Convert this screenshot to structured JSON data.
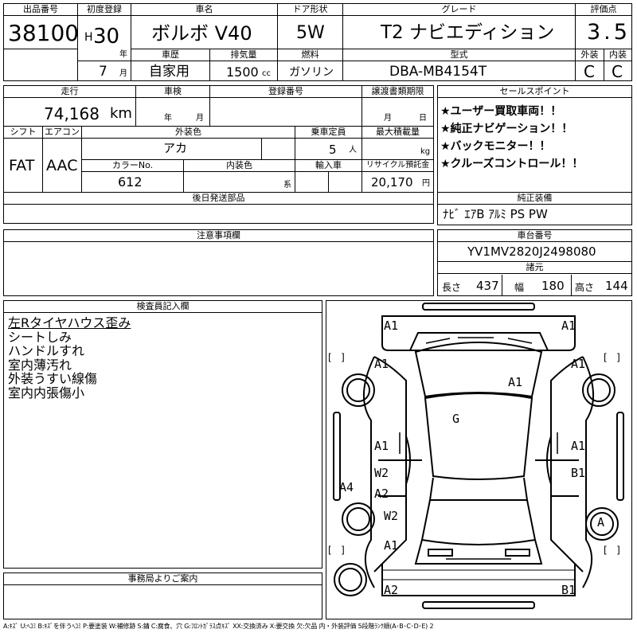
{
  "top": {
    "labels": {
      "lot_no": "出品番号",
      "first_reg": "初度登録",
      "car_name": "車名",
      "door": "ドア形状",
      "grade": "グレード",
      "score": "評価点",
      "history": "車歴",
      "displacement": "排気量",
      "fuel": "燃料",
      "model_code": "型式",
      "exterior": "外装",
      "interior": "内装"
    },
    "lot_no": "38100",
    "era": "H",
    "year": "30",
    "year_unit": "年",
    "month": "7",
    "month_unit": "月",
    "car_name": "ボルボ V40",
    "door": "5W",
    "grade": "T2 ナビエディション",
    "score": "3.5",
    "history": "自家用",
    "displacement": "1500",
    "cc": "cc",
    "fuel": "ガソリン",
    "model_code": "DBA-MB4154T",
    "ext_grade": "C",
    "int_grade": "C"
  },
  "mid": {
    "labels": {
      "mileage": "走行",
      "inspection": "車検",
      "reg_no": "登録番号",
      "transfer": "譲渡書類期限",
      "shift": "シフト",
      "ac": "エアコン",
      "ext_color": "外装色",
      "capacity": "乗車定員",
      "max_load": "最大積載量",
      "color_no": "カラーNo.",
      "int_color": "内装色",
      "import": "輸入車",
      "recycle": "リサイクル預託金",
      "later_parts": "後日発送部品"
    },
    "mileage": "74,168",
    "km": "km",
    "insp_year": "年",
    "insp_month": "月",
    "transfer_month": "月",
    "transfer_day": "日",
    "shift": "FAT",
    "ac": "AAC",
    "ext_color": "アカ",
    "capacity": "5",
    "capacity_unit": "人",
    "max_load_unit": "kg",
    "color_no": "612",
    "int_color_unit": "系",
    "recycle": "20,170",
    "recycle_unit": "円"
  },
  "sales": {
    "title": "セールスポイント",
    "points": [
      "★ユーザー買取車両！！",
      "★純正ナビゲーション！！",
      "★バックモニター！！",
      "★クルーズコントロール！！"
    ]
  },
  "equipment": {
    "title": "純正装備",
    "value": "ﾅﾋﾞ ｴｱB ｱﾙﾐ PS PW"
  },
  "notes": {
    "title": "注意事項欄"
  },
  "chassis": {
    "title": "車台番号",
    "value": "YV1MV2820J2498080",
    "spec_title": "諸元",
    "length_label": "長さ",
    "length": "437",
    "width_label": "幅",
    "width": "180",
    "height_label": "高さ",
    "height": "144"
  },
  "inspector": {
    "title": "検査員記入欄",
    "lines": [
      "左Rタイヤハウス歪み",
      "シートしみ",
      "ハンドルすれ",
      "室内薄汚れ",
      "外装うすい線傷",
      "室内内張傷小"
    ]
  },
  "office": {
    "title": "事務局よりご案内"
  },
  "diagram": {
    "marks": {
      "front_left": "A1",
      "front_right": "A1",
      "fender_left": "A1",
      "fender_right": "A1",
      "roof": "A1",
      "roof_panel": "G",
      "door_fl": "A1",
      "door_fr": "A1",
      "door_rl_top": "W2",
      "door_rl": "A2",
      "door_rr": "B1",
      "rocker_left": "A4",
      "quarter_left": "W2",
      "quarter_left_low": "A1",
      "wheel_rr": "A",
      "rear_left": "A2",
      "rear_right": "B1"
    }
  },
  "legend": "A:ｷｽﾞ U:ﾍｺﾐ B:ｷｽﾞを伴うﾍｺﾐ P:要塗装 W:補修跡 S:錆 C:腐食、穴 G:ﾌﾛﾝﾄｶﾞﾗｽ点ｷｽﾞ XX:交換済み X:要交換 欠:欠品 内・外装評価 5段階ﾗﾝｸ順(A･B･C･D･E) 2"
}
